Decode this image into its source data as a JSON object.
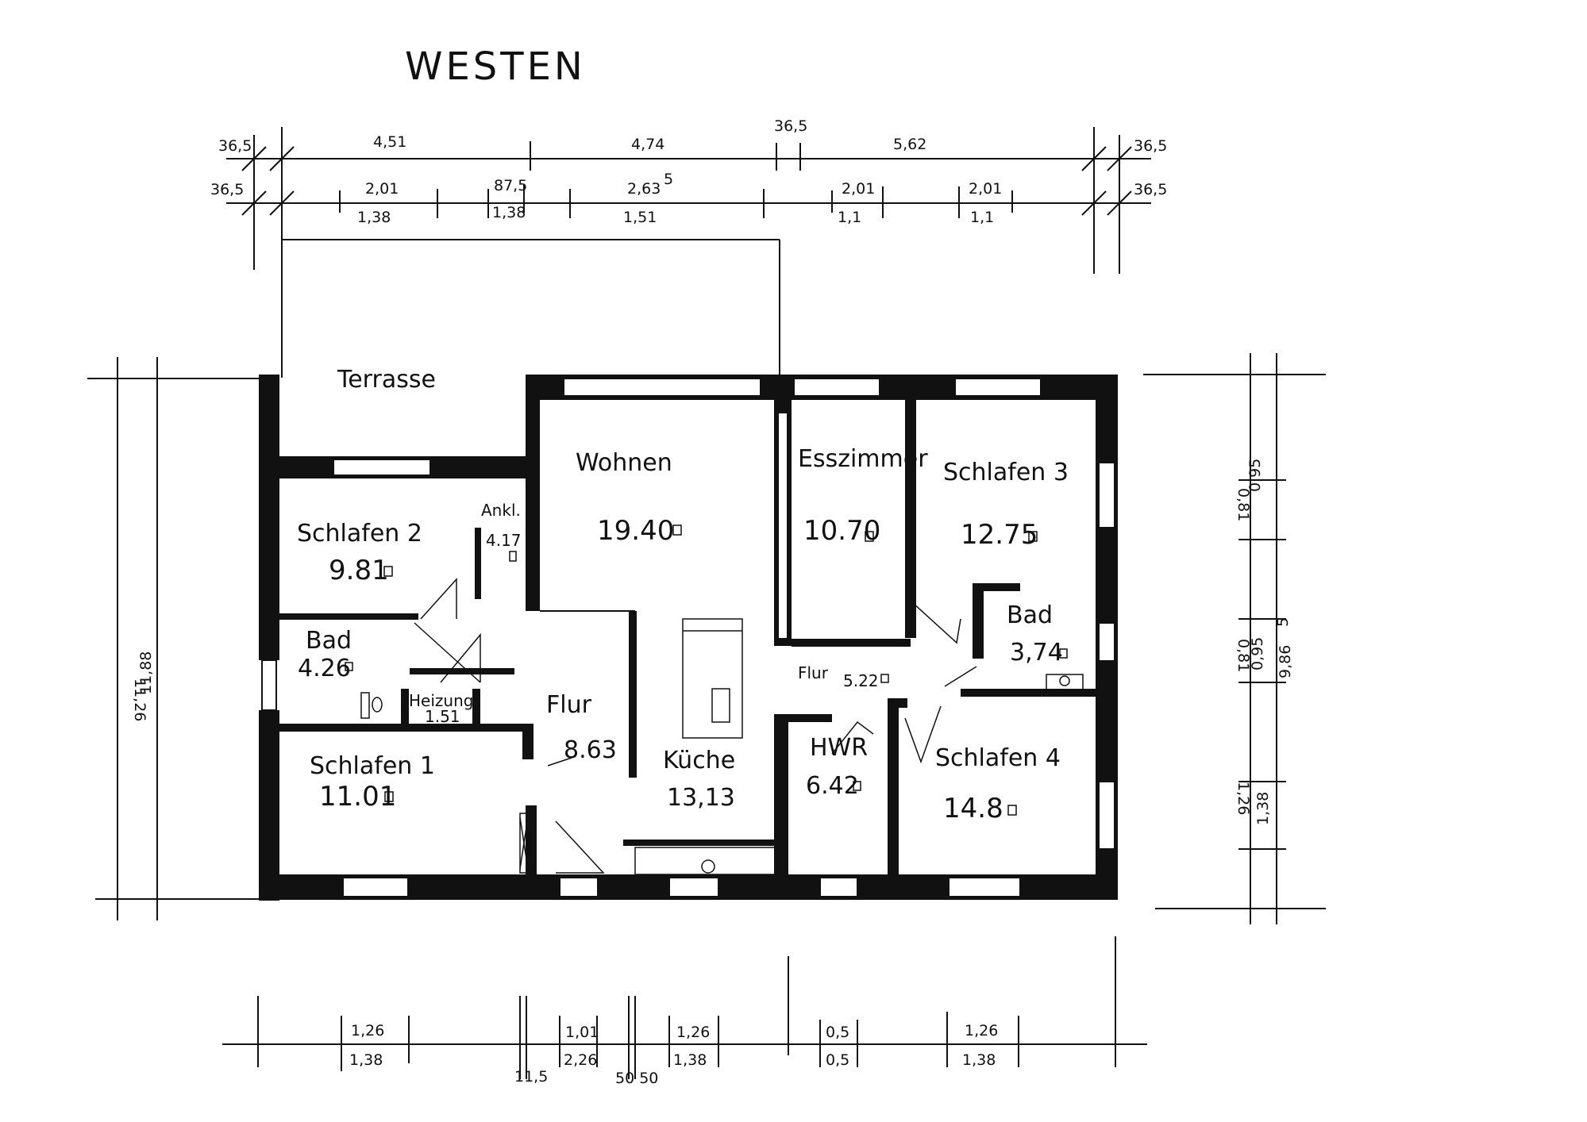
{
  "orientation": "WESTEN",
  "dims_top_row1": {
    "left_wall": "36,5",
    "a": "4,51",
    "b": "4,74",
    "mid_wall": "36,5",
    "c": "5,62",
    "right_wall": "36,5"
  },
  "dims_top_row2": {
    "left_wall": "36,5",
    "a_top": "2,01",
    "a_bot": "1,38",
    "b_top": "87,5",
    "b_bot": "1,38",
    "c_top": "2,63",
    "c_sup": "5",
    "c_bot": "1,51",
    "d_top": "2,01",
    "d_bot": "1,1",
    "e_top": "2,01",
    "e_bot": "1,1",
    "right_wall": "36,5"
  },
  "dims_left": {
    "a": "11,26",
    "b": "11,88"
  },
  "dims_right": {
    "a": "0,95",
    "b": "0,81",
    "c": "0,95",
    "d": "0,81",
    "e": "9,86",
    "e_sup": "5",
    "f": "1,26",
    "g": "1,38"
  },
  "dims_bottom": {
    "a_top": "1,26",
    "a_bot": "1,38",
    "b": "11,5",
    "c_top": "1,01",
    "c_bot": "2,26",
    "d": "50 50",
    "e_top": "1,26",
    "e_bot": "1,38",
    "f_top": "0,5",
    "f_bot": "0,5",
    "g_top": "1,26",
    "g_bot": "1,38"
  },
  "rooms": {
    "terrasse": "Terrasse",
    "wohnen": {
      "name": "Wohnen",
      "area": "19.40"
    },
    "esszimmer": {
      "name": "Esszimmer",
      "area": "10.70"
    },
    "schlafen3": {
      "name": "Schlafen 3",
      "area": "12.75"
    },
    "schlafen2": {
      "name": "Schlafen 2",
      "area": "9.81"
    },
    "ankl": {
      "name": "Ankl.",
      "area": "4.17"
    },
    "bad_left": {
      "name": "Bad",
      "area": "4.26"
    },
    "heizung": {
      "name": "Heizung",
      "area": "1.51"
    },
    "flur_left": {
      "name": "Flur",
      "area": "8.63"
    },
    "flur_right": {
      "name": "Flur",
      "area": "5.22"
    },
    "bad_right": {
      "name": "Bad",
      "area": "3,74"
    },
    "schlafen1": {
      "name": "Schlafen 1",
      "area": "11.01"
    },
    "kueche": {
      "name": "Küche",
      "area": "13,13"
    },
    "hwr": {
      "name": "HWR",
      "area": "6.42"
    },
    "schlafen4": {
      "name": "Schlafen 4",
      "area": "14.8"
    }
  }
}
